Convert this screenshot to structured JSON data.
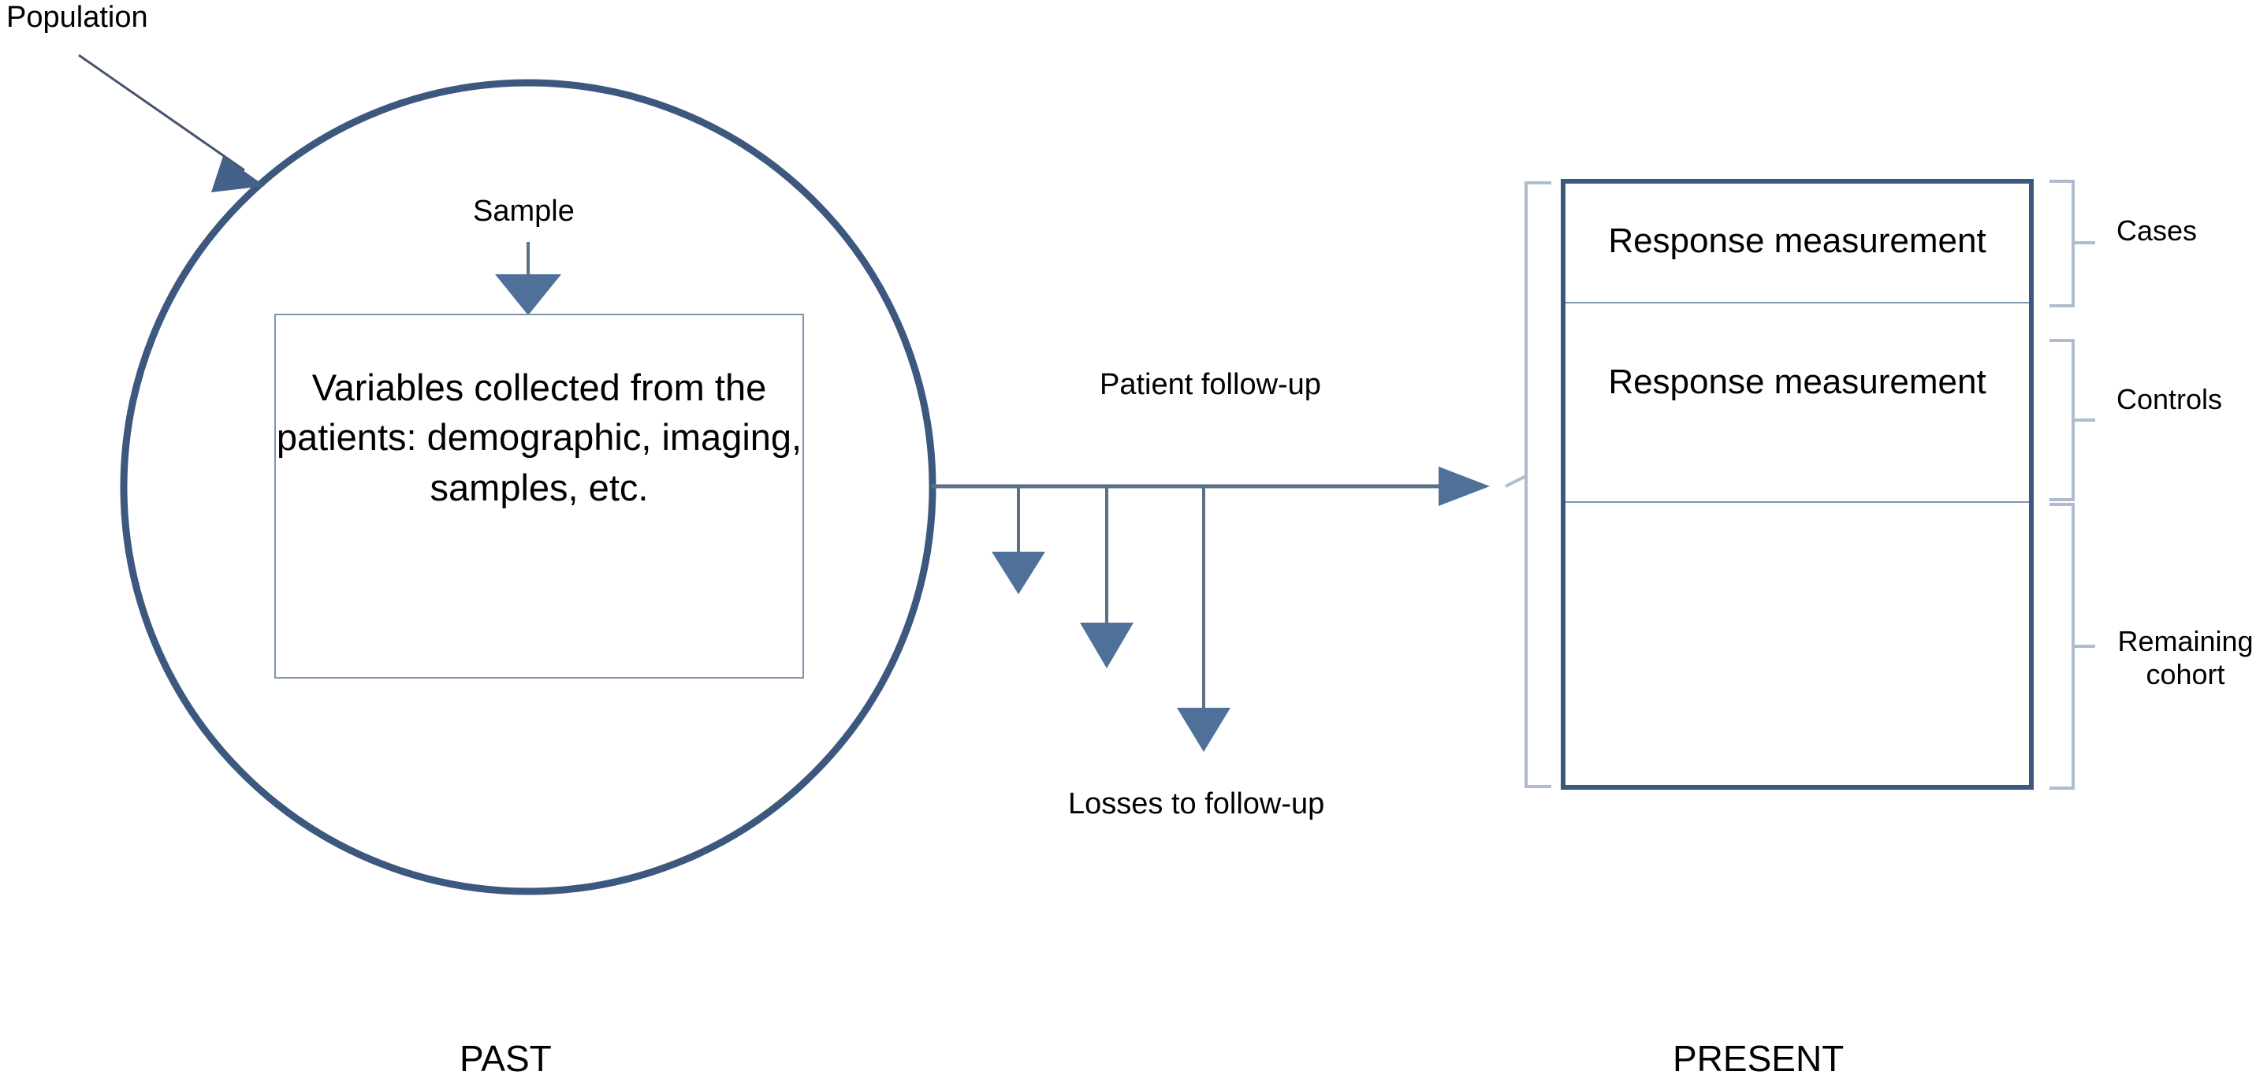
{
  "diagram": {
    "title_left": "PAST",
    "title_right": "PRESENT"
  },
  "left_panel": {
    "population_label": "Population",
    "sample_label": "Sample",
    "variables_box": {
      "lines": "Variables collected\nfrom the patients:\ndemographic,\nimaging,\nsamples, etc."
    }
  },
  "middle": {
    "followup_label": "Patient follow-up",
    "losses_label": "Losses to follow-up"
  },
  "right_panel": {
    "rows": [
      {
        "label": "Response measurement"
      },
      {
        "label": "Response measurement"
      },
      {
        "label": ""
      }
    ],
    "braces": [
      {
        "label": "Cases"
      },
      {
        "label": "Controls"
      },
      {
        "label": "Remaining\ncohort"
      }
    ]
  },
  "colors": {
    "circle_stroke": "#3d587e",
    "box_stroke": "#3d587e",
    "thin_stroke": "#7f94ad",
    "arrow_fill": "#4f7099",
    "brace_stroke": "#aebccd",
    "text": "#000000",
    "background": "#ffffff"
  }
}
